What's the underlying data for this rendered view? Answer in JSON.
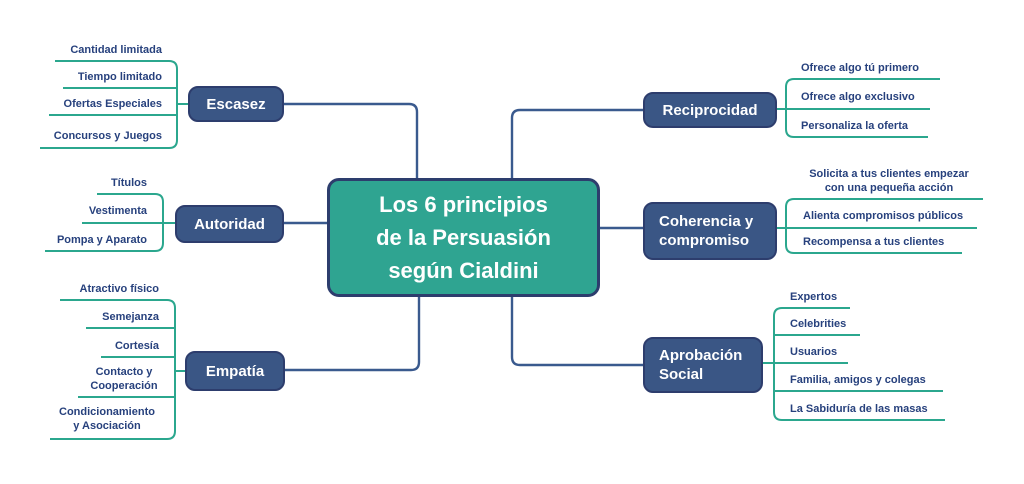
{
  "center": {
    "label": "Los 6 principios\nde la Persuasión\nsegún Cialdini"
  },
  "branches": [
    {
      "label": "Escasez",
      "leaves": [
        "Cantidad limitada",
        "Tiempo limitado",
        "Ofertas Especiales",
        "Concursos y Juegos"
      ]
    },
    {
      "label": "Autoridad",
      "leaves": [
        "Títulos",
        "Vestimenta",
        "Pompa y Aparato"
      ]
    },
    {
      "label": "Empatía",
      "leaves": [
        "Atractivo físico",
        "Semejanza",
        "Cortesía",
        "Contacto y\nCooperación",
        "Condicionamiento\ny Asociación"
      ]
    },
    {
      "label": "Reciprocidad",
      "leaves": [
        "Ofrece algo tú primero",
        "Ofrece algo exclusivo",
        "Personaliza la oferta"
      ]
    },
    {
      "label": "Coherencia y\ncompromiso",
      "leaves": [
        "Solicita a tus clientes empezar\ncon una pequeña acción",
        "Alienta compromisos públicos",
        "Recompensa a tus clientes"
      ]
    },
    {
      "label": "Aprobación\nSocial",
      "leaves": [
        "Expertos",
        "Celebrities",
        "Usuarios",
        "Familia, amigos y colegas",
        "La Sabiduría de las masas"
      ]
    }
  ],
  "colors": {
    "central_fill": "#2FA491",
    "node_fill": "#3A5685",
    "node_border": "#2D3D6D",
    "connector_blue": "#3A5A8E",
    "leaf_line_green": "#2BA78E",
    "leaf_text": "#27417D",
    "node_text": "#FFFFFF"
  }
}
